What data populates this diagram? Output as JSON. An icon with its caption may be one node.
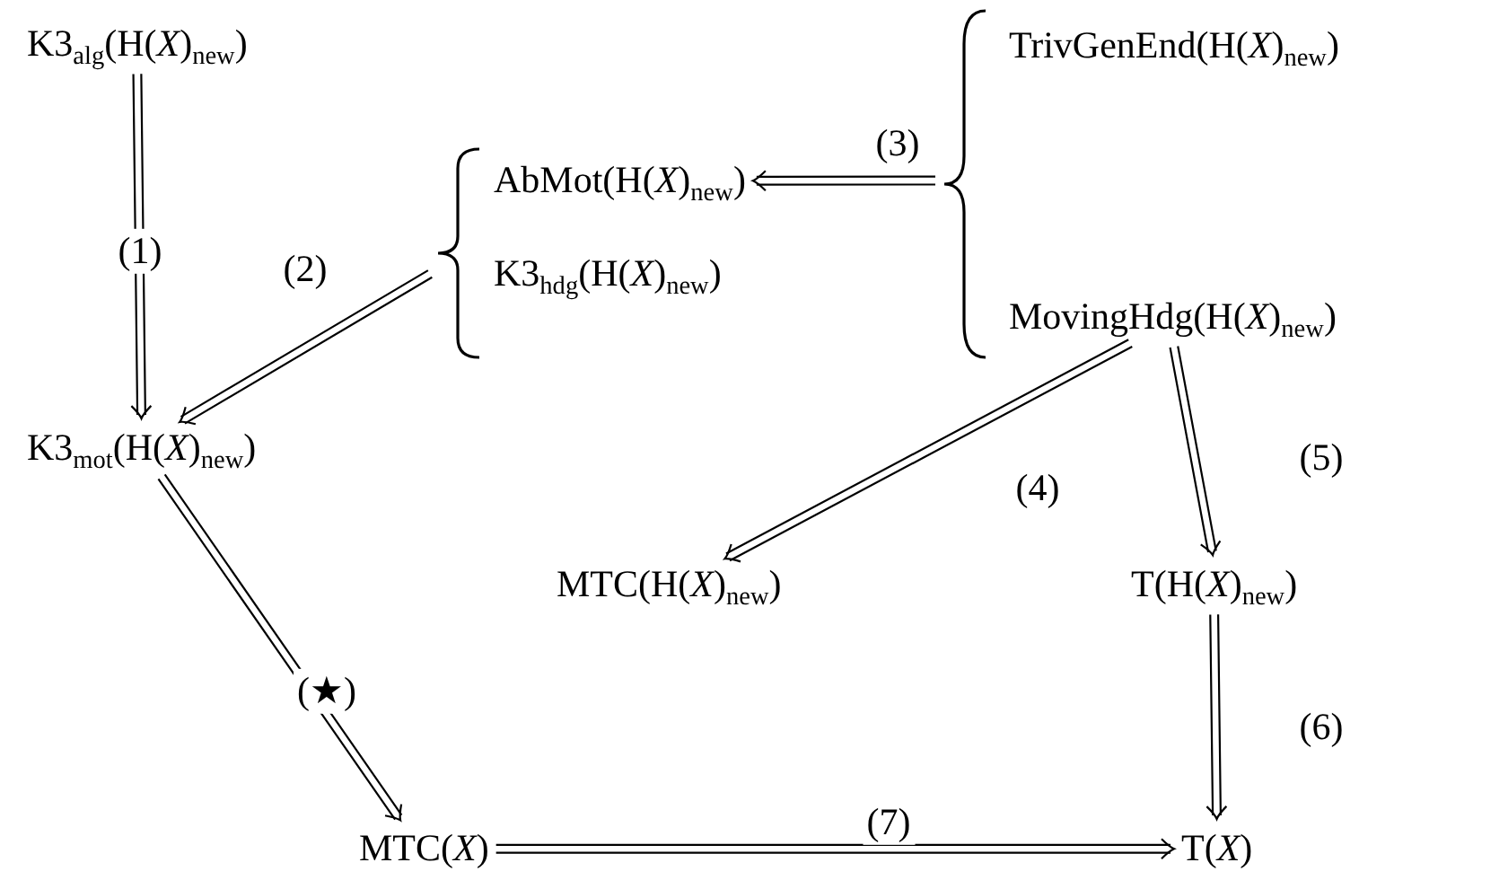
{
  "diagram": {
    "nodes": [
      {
        "text": [
          "K3$_{alg}$(H(*X*)$_{new}$)"
        ]
      },
      {
        "text": [],
        "shape": "brace"
      },
      {
        "text": [
          "AbMot(H(*X*)$_{new}$)"
        ],
        "in": 1
      },
      {
        "text": [
          "K3$_{hdg}$(H(*X*)$_{new}$)"
        ],
        "in": 1
      },
      {
        "text": [],
        "shape": "brace"
      },
      {
        "text": [
          "TrivGenEnd(H(*X*)$_{new}$)"
        ],
        "in": 4
      },
      {
        "text": [
          "MovingHdg(H(*X*)$_{new}$)"
        ],
        "in": 4
      },
      {
        "text": [
          "K3$_{mot}$(H(*X*)$_{new}$)"
        ]
      },
      {
        "text": [
          "MTC(H(*X*)$_{new}$)"
        ]
      },
      {
        "text": [
          "T(H(*X*)$_{new}$)"
        ]
      },
      {
        "text": [
          "MTC(*X*)"
        ]
      },
      {
        "text": [
          "T(*X*)"
        ]
      }
    ],
    "edges": [
      {
        "from": 0,
        "to": 7,
        "arrow": "to",
        "label": "(1)"
      },
      {
        "from": 1,
        "to": 7,
        "arrow": "to",
        "label": "(2)"
      },
      {
        "from": 4,
        "to": 2,
        "arrow": "to",
        "label": "(3)"
      },
      {
        "from": 6,
        "to": 8,
        "arrow": "to",
        "label": "(4)"
      },
      {
        "from": 6,
        "to": 9,
        "arrow": "to",
        "label": "(5)"
      },
      {
        "from": 9,
        "to": 11,
        "arrow": "to",
        "label": "(6)"
      },
      {
        "from": 7,
        "to": 10,
        "arrow": "to",
        "label": "(★)"
      },
      {
        "from": 10,
        "to": 11,
        "arrow": "to",
        "label": "(7)"
      }
    ]
  }
}
